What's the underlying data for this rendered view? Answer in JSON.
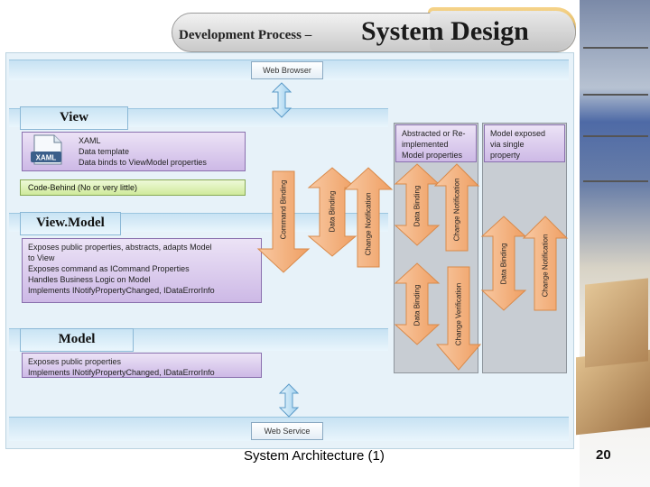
{
  "header": {
    "title_small": "Development Process –",
    "title_large": "System Design"
  },
  "diagram": {
    "web_browser": "Web Browser",
    "web_service": "Web Service",
    "view": {
      "tab": "View",
      "xaml_icon_label": "XAML",
      "lines": [
        "XAML",
        "Data template",
        "Data binds to ViewModel properties"
      ],
      "code_behind": "Code-Behind (No or very little)"
    },
    "viewmodel": {
      "tab": "View.Model",
      "lines": [
        "Exposes public properties, abstracts, adapts Model",
        "to View",
        "Exposes command as ICommand Properties",
        "Handles Business Logic on Model",
        "Implements INotifyPropertyChanged, IDataErrorInfo"
      ]
    },
    "model": {
      "tab": "Model",
      "lines": [
        "Exposes public properties",
        "Implements INotifyPropertyChanged, IDataErrorInfo"
      ]
    },
    "abstracted_box": [
      "Abstracted or Re-",
      "implemented",
      "Model properties"
    ],
    "exposed_box": [
      "Model exposed",
      "via single",
      "property"
    ],
    "arrows": {
      "command_binding": "Command Binding",
      "data_binding": "Data Binding",
      "change_notification": "Change Notification",
      "change_verification": "Change Verification"
    }
  },
  "footer": {
    "caption": "System Architecture (1)",
    "slide_number": "20"
  },
  "colors": {
    "arrow_fill": "#f4b183",
    "arrow_stroke": "#d98a4a",
    "purple_box": "#d9c9ee",
    "band": "#d3eaf7"
  }
}
